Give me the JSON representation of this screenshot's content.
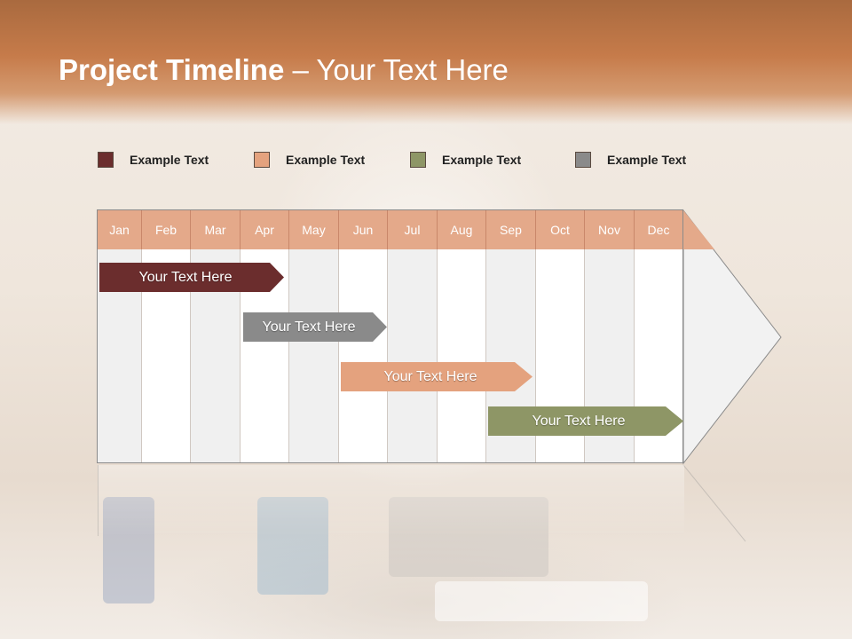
{
  "title": {
    "bold": "Project Timeline",
    "rest": " – Your Text Here"
  },
  "legend": [
    {
      "label": "Example Text",
      "color": "#6b2d2d"
    },
    {
      "label": "Example Text",
      "color": "#e4a27e"
    },
    {
      "label": "Example Text",
      "color": "#8e9666"
    },
    {
      "label": "Example Text",
      "color": "#8a8a8a"
    }
  ],
  "months": [
    "Jan",
    "Feb",
    "Mar",
    "Apr",
    "May",
    "Jun",
    "Jul",
    "Aug",
    "Sep",
    "Oct",
    "Nov",
    "Dec"
  ],
  "tasks": [
    {
      "label": "Your  Text Here",
      "color": "#6b2d2d"
    },
    {
      "label": "Your  Text Here",
      "color": "#8a8a8a"
    },
    {
      "label": "Your  Text Here",
      "color": "#e4a27e"
    },
    {
      "label": "Your  Text Here",
      "color": "#8e9666"
    }
  ],
  "colors": {
    "header": "#c67b4a",
    "month_fill": "#e4a98a",
    "arrow_fill": "#f2f2f2"
  }
}
